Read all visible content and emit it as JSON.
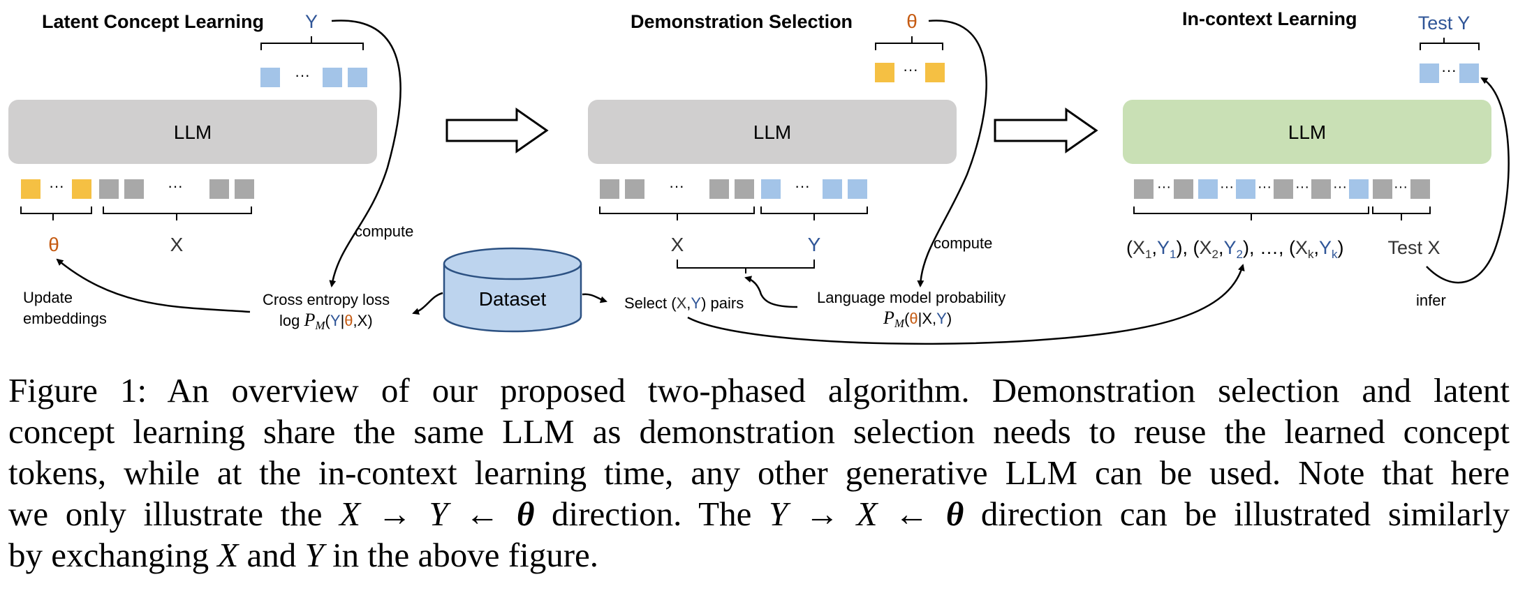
{
  "colors": {
    "llm_gray": "#d0cfcf",
    "llm_green": "#c9e0b5",
    "token_blue": "#a3c4e8",
    "token_yellow": "#f5c043",
    "token_gray": "#a8a8a8",
    "dataset_fill": "#bdd4ee",
    "dataset_stroke": "#2c5182",
    "theta_orange": "#c55a11",
    "y_blue": "#2f5597"
  },
  "panel1": {
    "title": "Latent Concept Learning",
    "y_label": "Y",
    "llm_label": "LLM",
    "ellipsis": "···",
    "theta_label": "θ",
    "x_label": "X",
    "compute_label": "compute",
    "loss_line1": "Cross entropy loss",
    "loss_log": "log",
    "loss_p": "P",
    "loss_sub": "M",
    "loss_open": "(",
    "loss_y": "Y",
    "loss_bar": "|",
    "loss_theta": "θ",
    "loss_comma_x": ",X)",
    "update_line1": "Update",
    "update_line2": "embeddings"
  },
  "panel2": {
    "title": "Demonstration Selection",
    "theta_label": "θ",
    "llm_label": "LLM",
    "ellipsis": "···",
    "x_label": "X",
    "y_label": "Y",
    "compute_label": "compute",
    "select_prefix": "Select (",
    "select_x": "X",
    "select_comma": ",",
    "select_y": "Y",
    "select_suffix": ") pairs",
    "lmp_line1": "Language model probability",
    "lmp_p": "P",
    "lmp_sub": "M",
    "lmp_open": "(",
    "lmp_theta": "θ",
    "lmp_bar": "|X,",
    "lmp_y": "Y",
    "lmp_close": ")"
  },
  "dataset": {
    "label": "Dataset"
  },
  "panel3": {
    "title": "In-context Learning",
    "test_y_label": "Test Y",
    "llm_label": "LLM",
    "ellipsis": "···",
    "pairs": [
      {
        "x": "X",
        "xs": "1",
        "y": "Y",
        "ys": "1"
      },
      {
        "x": "X",
        "xs": "2",
        "y": "Y",
        "ys": "2"
      },
      {
        "x": "X",
        "xs": "k",
        "y": "Y",
        "ys": "k"
      }
    ],
    "pairs_ellipsis": "…",
    "test_x_label": "Test X",
    "infer_label": "infer"
  },
  "caption": {
    "line1": "Figure 1: An overview of our proposed two-phased algorithm. Demonstration selection and latent",
    "line2": "concept learning share the same LLM as demonstration selection needs to reuse the learned concept",
    "line3": "tokens, while at the in-context learning time, any other generative LLM can be used. Note that here",
    "line4_a": "we only illustrate the ",
    "line4_x": "X",
    "line4_arrow1": " → ",
    "line4_y": "Y",
    "line4_arrow2": " ← ",
    "line4_theta": "θ",
    "line4_b": " direction. The ",
    "line4_y2": "Y",
    "line4_arrow3": " → ",
    "line4_x2": "X",
    "line4_arrow4": " ← ",
    "line4_theta2": "θ",
    "line4_c": " direction can be illustrated similarly",
    "line5_a": "by exchanging ",
    "line5_x": "X",
    "line5_and": " and ",
    "line5_y": "Y",
    "line5_b": " in the above figure."
  }
}
